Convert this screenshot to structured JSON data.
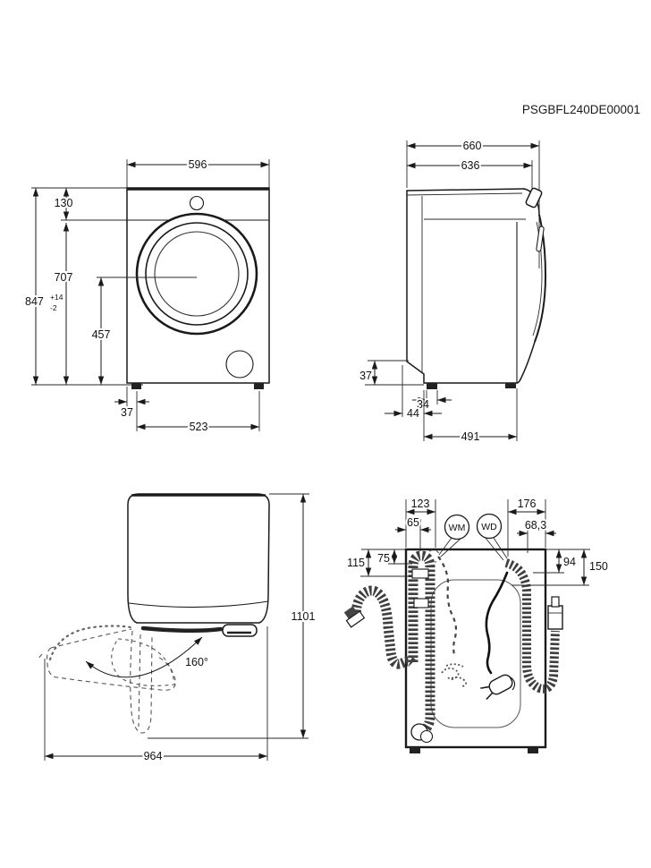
{
  "title": "PSGBFL240DE00001",
  "front": {
    "width": "596",
    "panel_height": "130",
    "body_height": "707",
    "total_height": "847",
    "tolerance_plus": "+14",
    "tolerance_minus": "-2",
    "door_axis_height": "457",
    "foot_inset": "37",
    "foot_pitch": "523"
  },
  "side": {
    "depth_total": "660",
    "depth_body": "636",
    "base_height": "37",
    "foot_length": "34",
    "rear_foot_inset": "44",
    "foot_pitch": "491"
  },
  "top": {
    "depth_door_open": "1101",
    "door_swing_angle": "160°",
    "width_door_open": "964"
  },
  "rear": {
    "drain_hose_offset": "123",
    "drain_hose_inner_offset": "65",
    "inlet_hose_offset": "176",
    "inlet_hose_inner_offset": "68,3",
    "left_conn_depth_outer": "115",
    "left_conn_depth_inner": "75",
    "right_conn_depth_inner": "94",
    "right_conn_depth_outer": "150",
    "balloon_wm": "WM",
    "balloon_wd": "WD"
  },
  "colors": {
    "line": "#1a1a1a",
    "background": "#ffffff"
  }
}
